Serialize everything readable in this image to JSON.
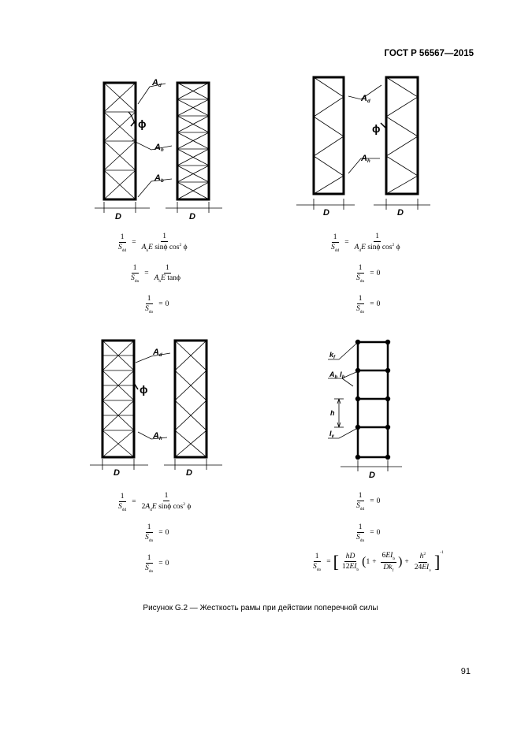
{
  "header": {
    "standard": "ГОСТ Р 56567—2015"
  },
  "figure_labels": {
    "Ad": "A",
    "Ad_sub": "d",
    "Ah": "A",
    "Ah_sub": "h",
    "Ab": "A",
    "Ab_sub": "b",
    "phi": "ϕ",
    "D": "D",
    "kf": "k",
    "kf_sub": "f",
    "Ib": "I",
    "Ib_sub": "b",
    "h": "h",
    "Iv": "I",
    "Iv_sub": "v"
  },
  "formulas": {
    "one": "1",
    "zero": "0",
    "eq": "=",
    "S": "S",
    "dd": "dd",
    "dn": "dn",
    "do": "do",
    "E": "E",
    "sin": "sin",
    "cos": "cos",
    "tan": "tan",
    "phi": "ϕ",
    "sq": "2",
    "two": "2",
    "A": "A",
    "d": "d",
    "h": "h",
    "D": "D",
    "twelve": "12",
    "EI": "EI",
    "b": "b",
    "v": "v",
    "six": "6",
    "k": "k",
    "f": "f",
    "plus": "+",
    "twenty_four": "24",
    "minus_one": "-1"
  },
  "caption": "Рисунок G.2 — Жесткость рамы при действии поперечной силы",
  "page_number": "91"
}
